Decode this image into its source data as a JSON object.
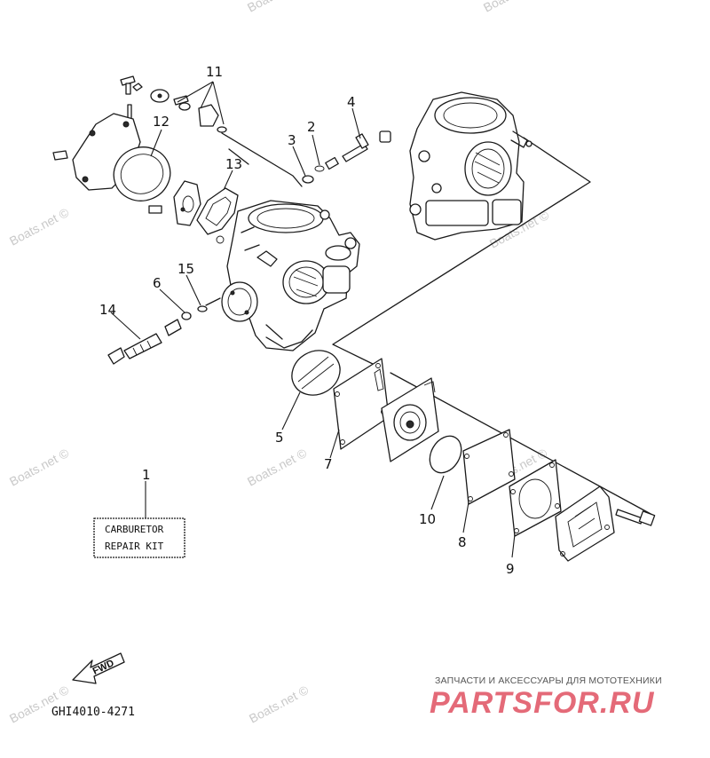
{
  "watermark": "Boats.net ©",
  "callouts": {
    "p1": "1",
    "p2": "2",
    "p3": "3",
    "p4": "4",
    "p5": "5",
    "p6": "6",
    "p7": "7",
    "p8": "8",
    "p9": "9",
    "p10": "10",
    "p11": "11",
    "p12": "12",
    "p13": "13",
    "p14": "14",
    "p15": "15"
  },
  "kit_label": {
    "line1": "CARBURETOR",
    "line2": "REPAIR  KIT"
  },
  "fwd_label": "FWD",
  "diagram_code": "GHI4010-4271",
  "footer": {
    "tagline": "ЗАПЧАСТИ И АКСЕССУАРЫ ДЛЯ МОТОТЕХНИКИ",
    "logo_text": "PARTSFOR.RU",
    "logo_color": "#e46a78"
  }
}
